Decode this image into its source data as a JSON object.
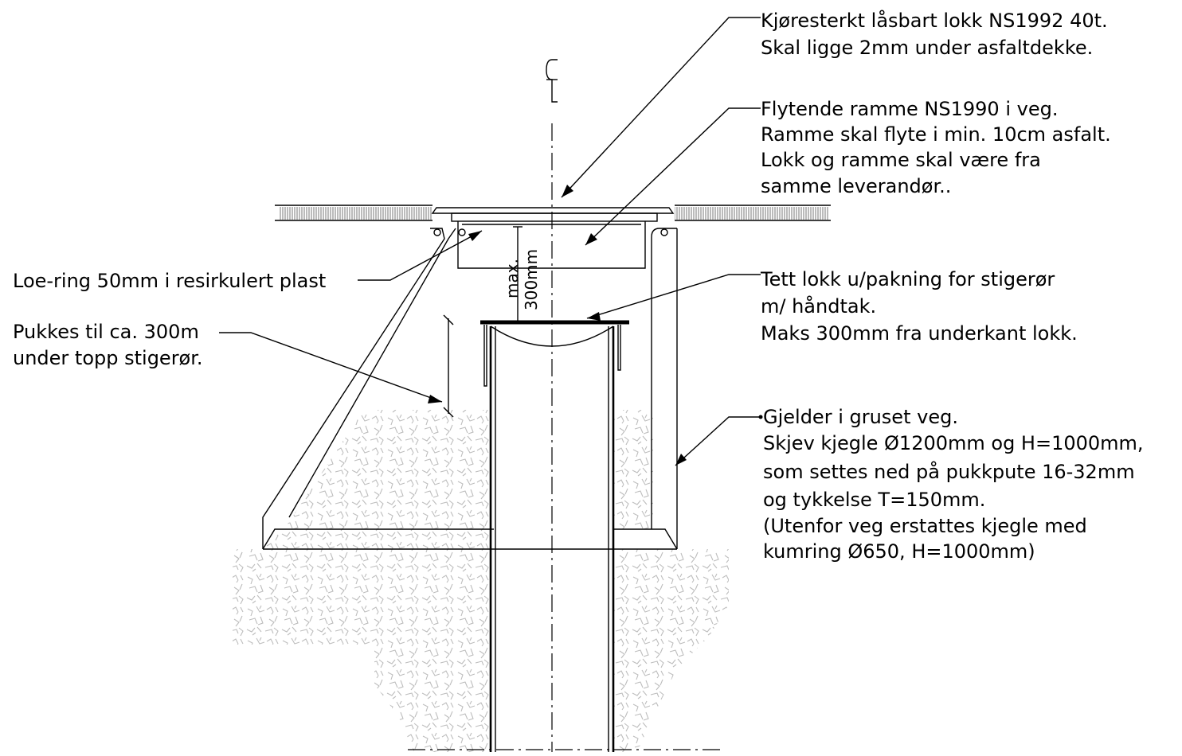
{
  "labels": {
    "lid": [
      "Kjøresterkt låsbart lokk NS1992 40t.",
      "Skal ligge 2mm under asfaltdekke."
    ],
    "frame": [
      "Flytende ramme NS1990 i veg.",
      "Ramme skal flyte i min. 10cm asfalt.",
      "Lokk og ramme skal være fra",
      "samme leverandør.."
    ],
    "loe_ring": [
      "Loe-ring 50mm i resirkulert plast"
    ],
    "pukk": [
      "Pukkes til ca. 300m",
      "under topp stigerør."
    ],
    "riser_lid": [
      "Tett lokk u/pakning for stigerør",
      "m/ håndtak.",
      "Maks 300mm fra underkant lokk."
    ],
    "cone": [
      "Gjelder i gruset veg.",
      "Skjev kjegle Ø1200mm og H=1000mm,",
      "som settes ned på pukkpute 16-32mm",
      "og tykkelse T=150mm.",
      "(Utenfor veg erstattes kjegle med",
      "kumring Ø650, H=1000mm)"
    ]
  },
  "dimension": {
    "line1": "max.",
    "line2": "300mm"
  }
}
